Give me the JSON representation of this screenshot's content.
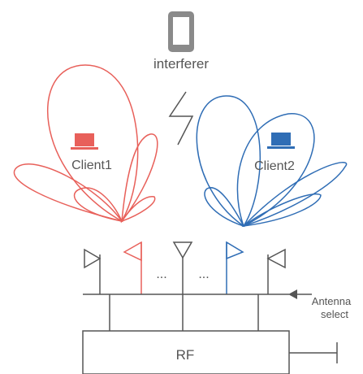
{
  "labels": {
    "interferer": "interferer",
    "client1": "Client1",
    "client2": "Client2",
    "antenna_select_line1": "Antenna",
    "antenna_select_line2": "select",
    "rf": "RF",
    "ellipsis_left": "...",
    "ellipsis_right": "..."
  },
  "colors": {
    "client1": "#e8605a",
    "client2": "#2f6db5",
    "neutral": "#555555",
    "device_gray": "#8a8a8a"
  },
  "icons": {
    "interferer": "phone-icon",
    "client1": "laptop-icon",
    "client2": "laptop-icon",
    "arrow": "arrow-left-icon",
    "signal": "lightning-zigzag-icon"
  }
}
